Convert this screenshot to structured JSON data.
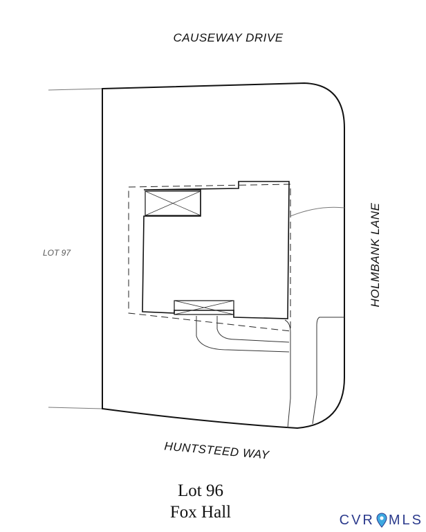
{
  "plat": {
    "streets": {
      "top": "CAUSEWAY DRIVE",
      "right": "HOLMBANK LANE",
      "bottom": "HUNTSTEED WAY"
    },
    "adjacent_lot": "LOT 97"
  },
  "caption": {
    "lot": "Lot 96",
    "subdivision": "Fox Hall"
  },
  "logo": {
    "prefix": "CVR",
    "suffix": "MLS",
    "icon": "map-pin-icon",
    "color": "#2b3a8c"
  }
}
